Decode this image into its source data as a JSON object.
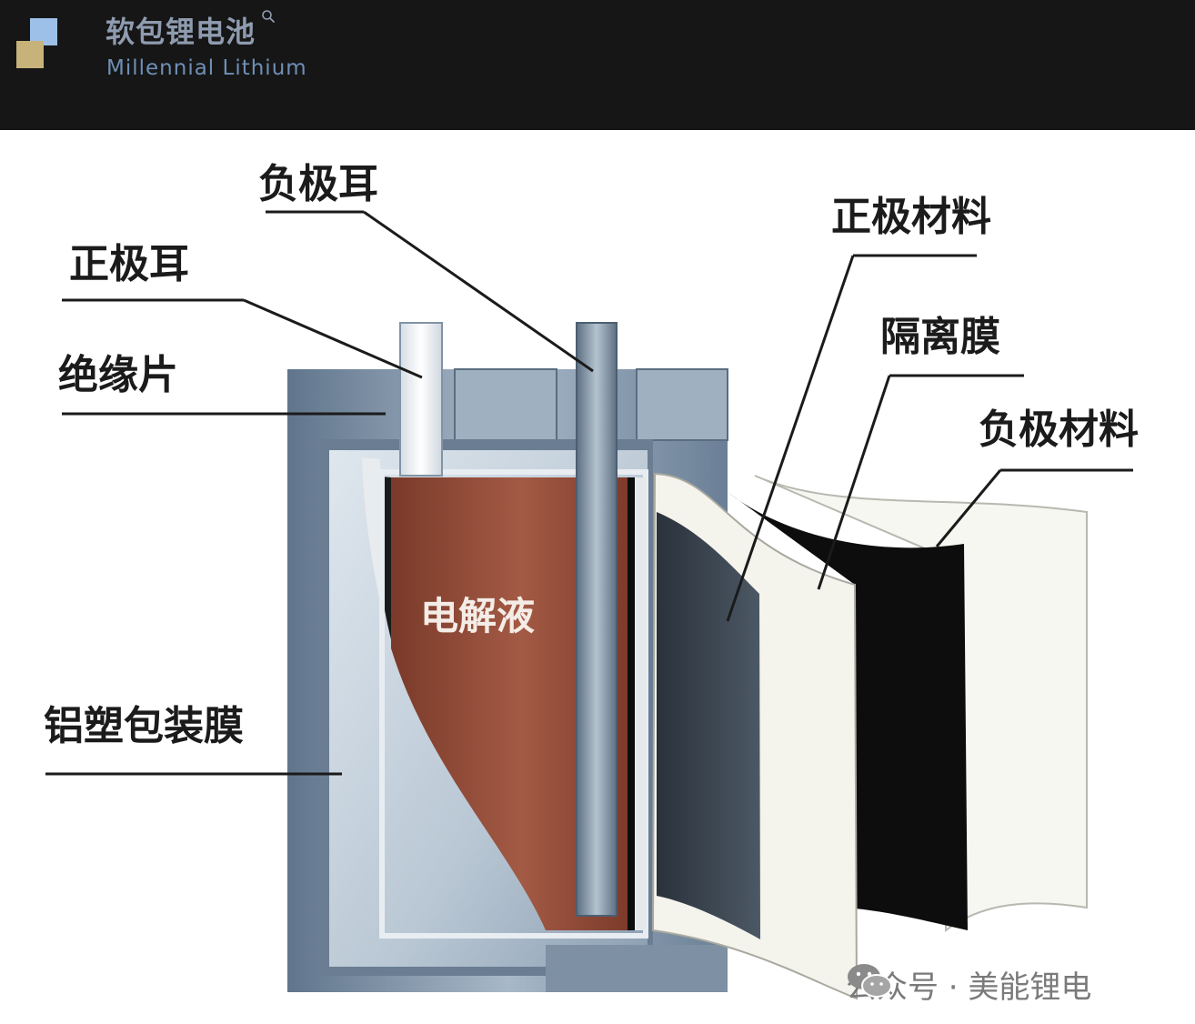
{
  "header": {
    "title": "软包锂电池",
    "subtitle": "Millennial Lithium",
    "colors": {
      "background": "#161616",
      "title": "#8f9cb0",
      "subtitle": "#6f8fb6",
      "logo_blue": "#9cc0e8",
      "logo_gold": "#c7b37a"
    }
  },
  "diagram": {
    "labels": {
      "negative_tab": "负极耳",
      "positive_tab": "正极耳",
      "insulation_sheet": "绝缘片",
      "aluminum_plastic_film": "铝塑包装膜",
      "electrolyte": "电解液",
      "cathode_material": "正极材料",
      "separator": "隔离膜",
      "anode_material": "负极材料"
    },
    "colors": {
      "electrolyte": "#8e4532",
      "pouch": "#7f93a8",
      "separator": "#f4f3ec",
      "anode": "#0d0d0d"
    }
  },
  "watermark": {
    "text": "公众号 · 美能锂电",
    "icon": "wechat-icon"
  }
}
